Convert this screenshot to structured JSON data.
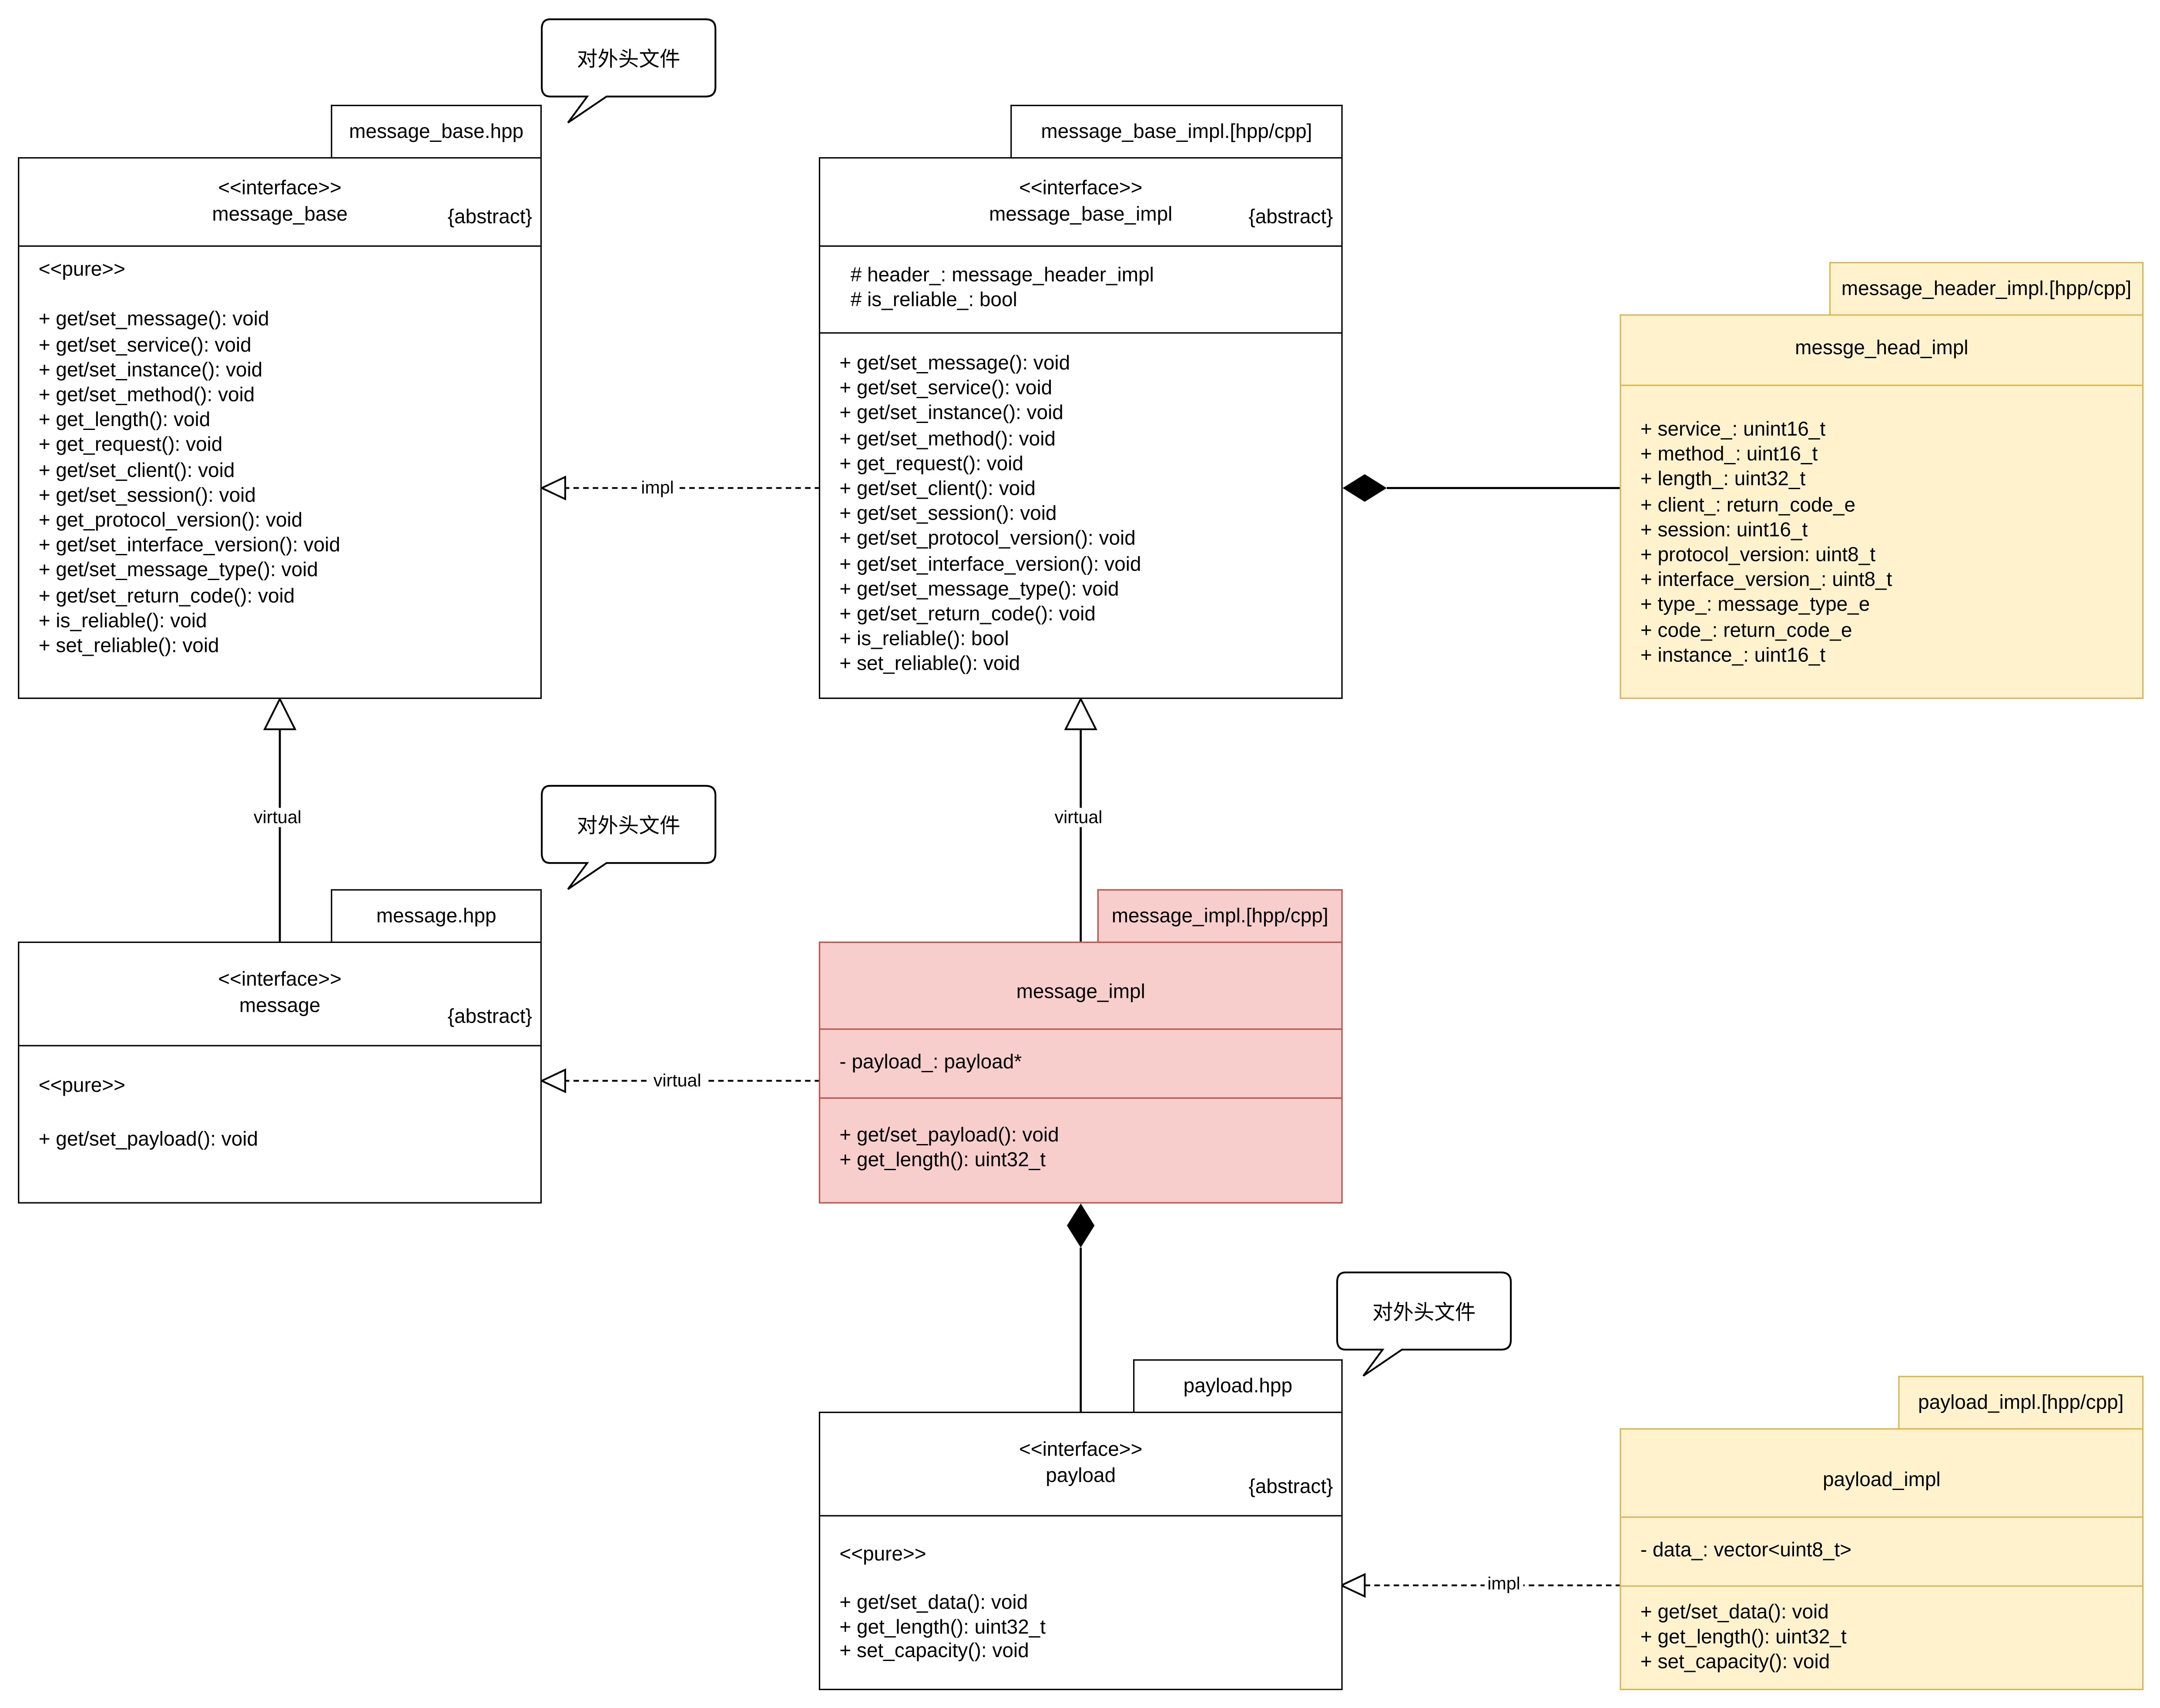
{
  "callouts": {
    "c1": "对外头文件",
    "c2": "对外头文件",
    "c3": "对外头文件"
  },
  "message_base": {
    "file": "message_base.hpp",
    "stereotype": "<<interface>>",
    "name": "message_base",
    "tag": "{abstract}",
    "body": "<<pure>>\n\n+ get/set_message(): void\n+ get/set_service(): void\n+ get/set_instance(): void\n+ get/set_method(): void\n+ get_length(): void\n+ get_request(): void\n+ get/set_client(): void\n+ get/set_session(): void\n+ get_protocol_version(): void\n+ get/set_interface_version(): void\n+ get/set_message_type(): void\n+ get/set_return_code(): void\n+ is_reliable(): void\n+ set_reliable(): void"
  },
  "message_base_impl": {
    "file": "message_base_impl.[hpp/cpp]",
    "stereotype": "<<interface>>",
    "name": "message_base_impl",
    "tag": "{abstract}",
    "attributes": "# header_: message_header_impl\n# is_reliable_: bool",
    "operations": "+ get/set_message(): void\n+ get/set_service(): void\n+ get/set_instance(): void\n+ get/set_method(): void\n+ get_request(): void\n+ get/set_client(): void\n+ get/set_session(): void\n+ get/set_protocol_version(): void\n+ get/set_interface_version(): void\n+ get/set_message_type(): void\n+ get/set_return_code(): void\n+ is_reliable(): bool\n+ set_reliable(): void"
  },
  "message_header_impl": {
    "file": "message_header_impl.[hpp/cpp]",
    "name": "messge_head_impl",
    "attributes": "+ service_: unint16_t\n+ method_: uint16_t\n+ length_: uint32_t\n+ client_: return_code_e\n+ session: uint16_t\n+ protocol_version: uint8_t\n+ interface_version_: uint8_t\n+ type_: message_type_e\n+ code_: return_code_e\n+ instance_: uint16_t"
  },
  "message": {
    "file": "message.hpp",
    "stereotype": "<<interface>>",
    "name": "message",
    "tag": "{abstract}",
    "body": "<<pure>>\n\n+ get/set_payload(): void"
  },
  "message_impl": {
    "file": "message_impl.[hpp/cpp]",
    "name": "message_impl",
    "attributes": "- payload_: payload*",
    "operations": "+ get/set_payload(): void\n+ get_length(): uint32_t"
  },
  "payload": {
    "file": "payload.hpp",
    "stereotype": "<<interface>>",
    "name": "payload",
    "tag": "{abstract}",
    "body": "<<pure>>\n\n+ get/set_data(): void\n+ get_length(): uint32_t\n+ set_capacity(): void"
  },
  "payload_impl": {
    "file": "payload_impl.[hpp/cpp]",
    "name": "payload_impl",
    "attributes": "- data_: vector<uint8_t>",
    "operations": "+ get/set_data(): void\n+ get_length(): uint32_t\n+ set_capacity(): void"
  },
  "edges": {
    "impl_1": "impl",
    "virtual_1": "virtual",
    "virtual_2": "virtual",
    "virtual_3": "virtual",
    "impl_2": "impl"
  },
  "colors": {
    "impl_fill": "#f8cecc",
    "impl_stroke": "#b85450",
    "header_fill": "#fff2cc",
    "header_stroke": "#d6b656"
  }
}
